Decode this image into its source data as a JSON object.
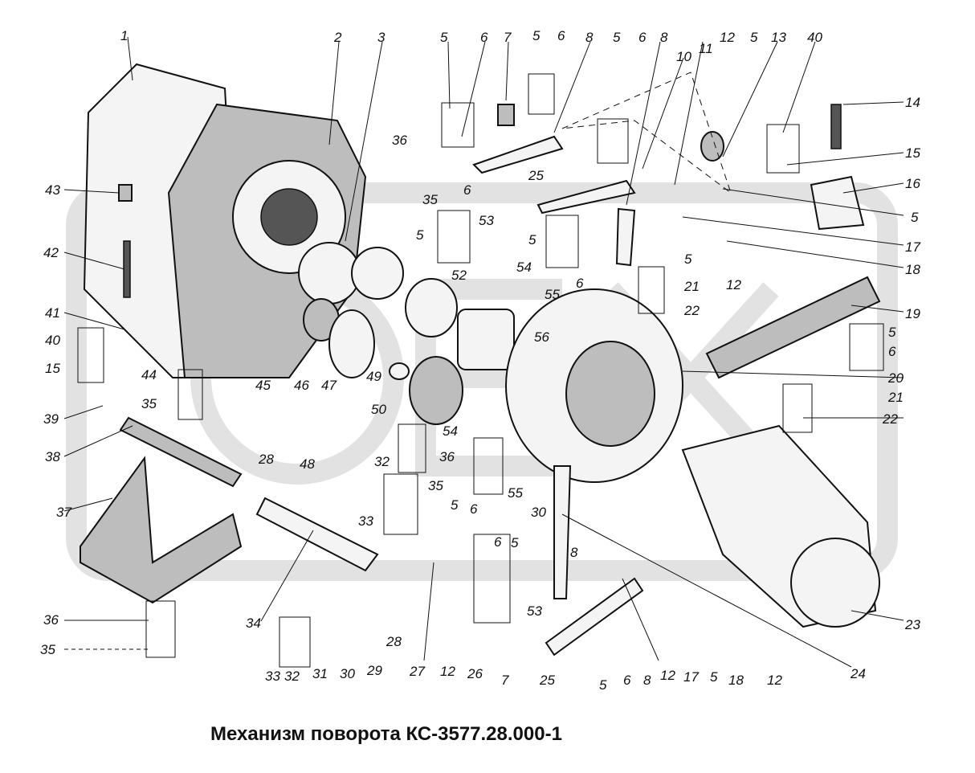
{
  "title": "Механизм поворота КС-3577.28.000-1",
  "watermark": "OEX",
  "labels": [
    "1",
    "2",
    "3",
    "5",
    "6",
    "7",
    "5",
    "6",
    "8",
    "5",
    "6",
    "8",
    "10",
    "11",
    "12",
    "5",
    "13",
    "40",
    "14",
    "36",
    "25",
    "15",
    "43",
    "6",
    "35",
    "16",
    "53",
    "5",
    "5",
    "42",
    "5",
    "5",
    "17",
    "6",
    "52",
    "54",
    "18",
    "12",
    "55",
    "21",
    "22",
    "19",
    "41",
    "40",
    "5",
    "15",
    "56",
    "6",
    "45",
    "46",
    "47",
    "49",
    "44",
    "20",
    "35",
    "50",
    "21",
    "39",
    "22",
    "54",
    "36",
    "38",
    "48",
    "28",
    "35",
    "32",
    "5",
    "55",
    "6",
    "37",
    "33",
    "30",
    "23",
    "34",
    "6",
    "5",
    "8",
    "28",
    "27",
    "12",
    "26",
    "53",
    "36",
    "35",
    "33",
    "32",
    "31",
    "30",
    "29",
    "7",
    "25",
    "8",
    "17",
    "5",
    "18",
    "12",
    "24",
    "5",
    "6",
    "12"
  ]
}
